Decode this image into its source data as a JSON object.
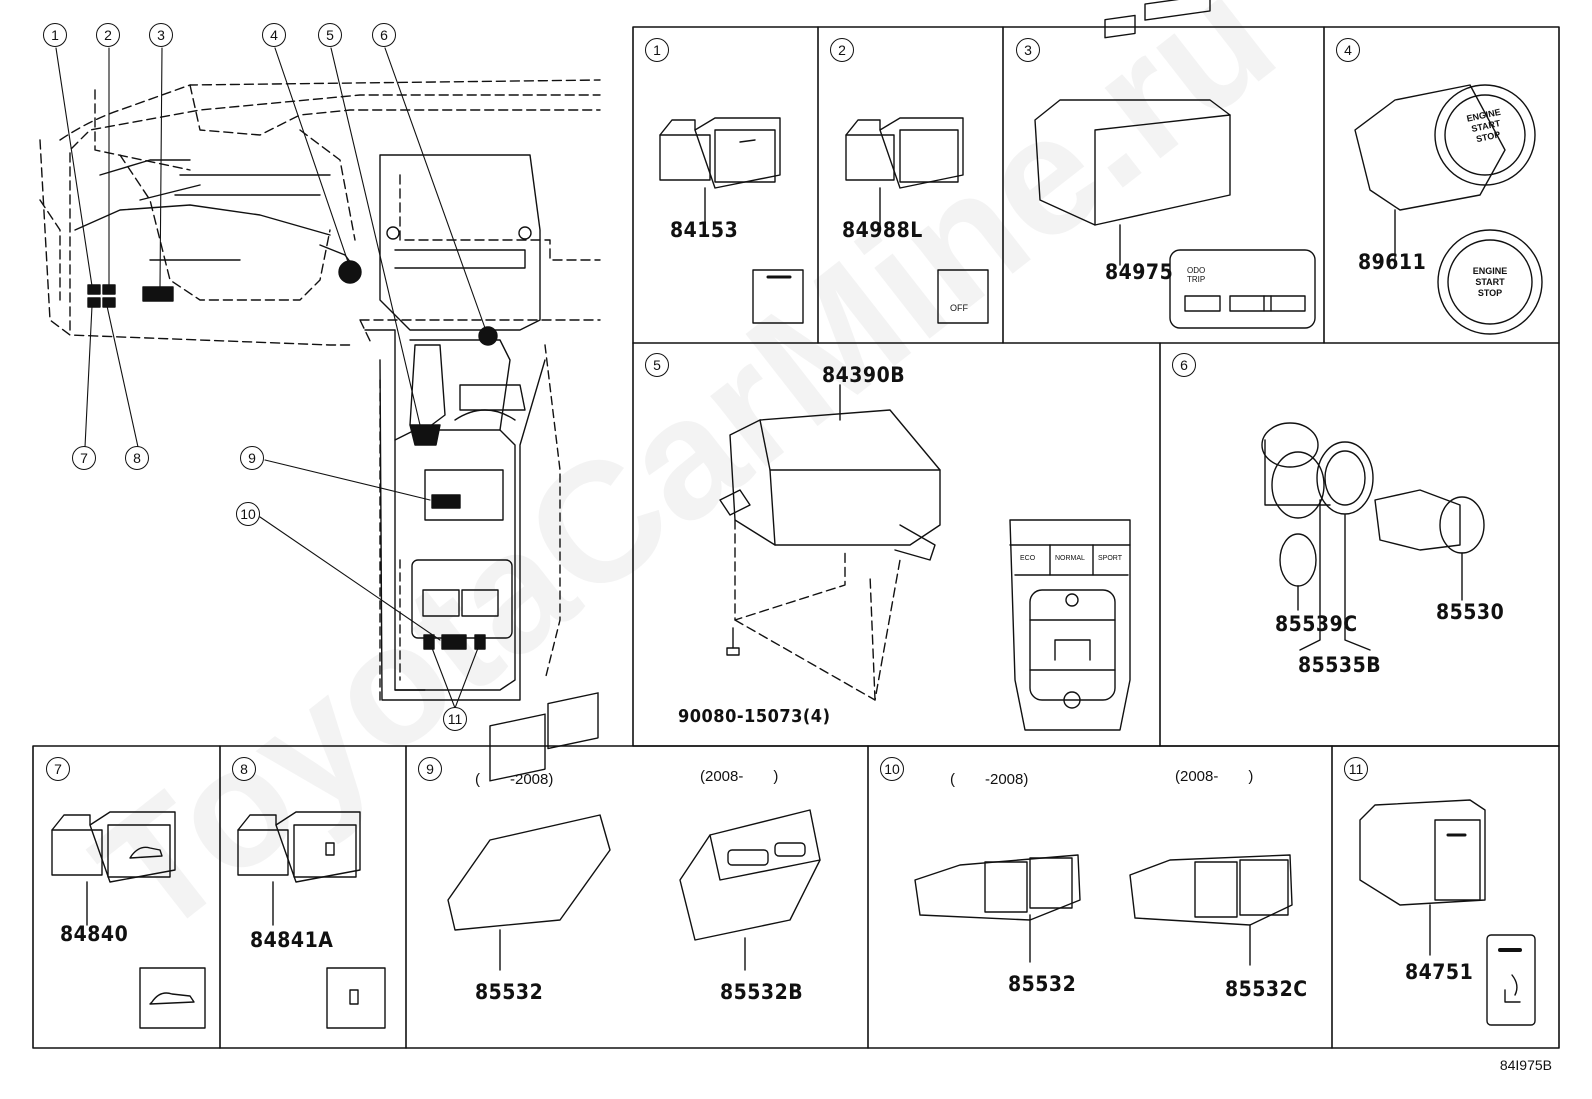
{
  "callouts": [
    "1",
    "2",
    "3",
    "4",
    "5",
    "6",
    "7",
    "8",
    "9",
    "10",
    "11"
  ],
  "panels": {
    "p1": {
      "num": "1",
      "part": "84153"
    },
    "p2": {
      "num": "2",
      "part": "84988L",
      "icon_text": "OFF"
    },
    "p3": {
      "num": "3",
      "part": "84975",
      "btn_text": "ODO\nTRIP"
    },
    "p4": {
      "num": "4",
      "part": "89611",
      "button_lines": [
        "ENGINE",
        "START",
        "STOP"
      ]
    },
    "p5": {
      "num": "5",
      "part_top": "84390B",
      "part_bottom": "90080-15073(4)",
      "modes": [
        "ECO",
        "NORMAL",
        "SPORT"
      ]
    },
    "p6": {
      "num": "6",
      "parts": [
        "85539C",
        "85535B",
        "85530"
      ]
    },
    "p7": {
      "num": "7",
      "part": "84840"
    },
    "p8": {
      "num": "8",
      "part": "84841A"
    },
    "p9": {
      "num": "9",
      "range_a": "(　　-2008)",
      "range_b": "(2008-　　)",
      "part_a": "85532",
      "part_b": "85532B"
    },
    "p10": {
      "num": "10",
      "range_a": "(　　-2008)",
      "range_b": "(2008-　　)",
      "part_a": "85532",
      "part_b": "85532C"
    },
    "p11": {
      "num": "11",
      "part": "84751"
    }
  },
  "doc_number": "84I975B",
  "watermark": "ToyotaCarMine.ru"
}
